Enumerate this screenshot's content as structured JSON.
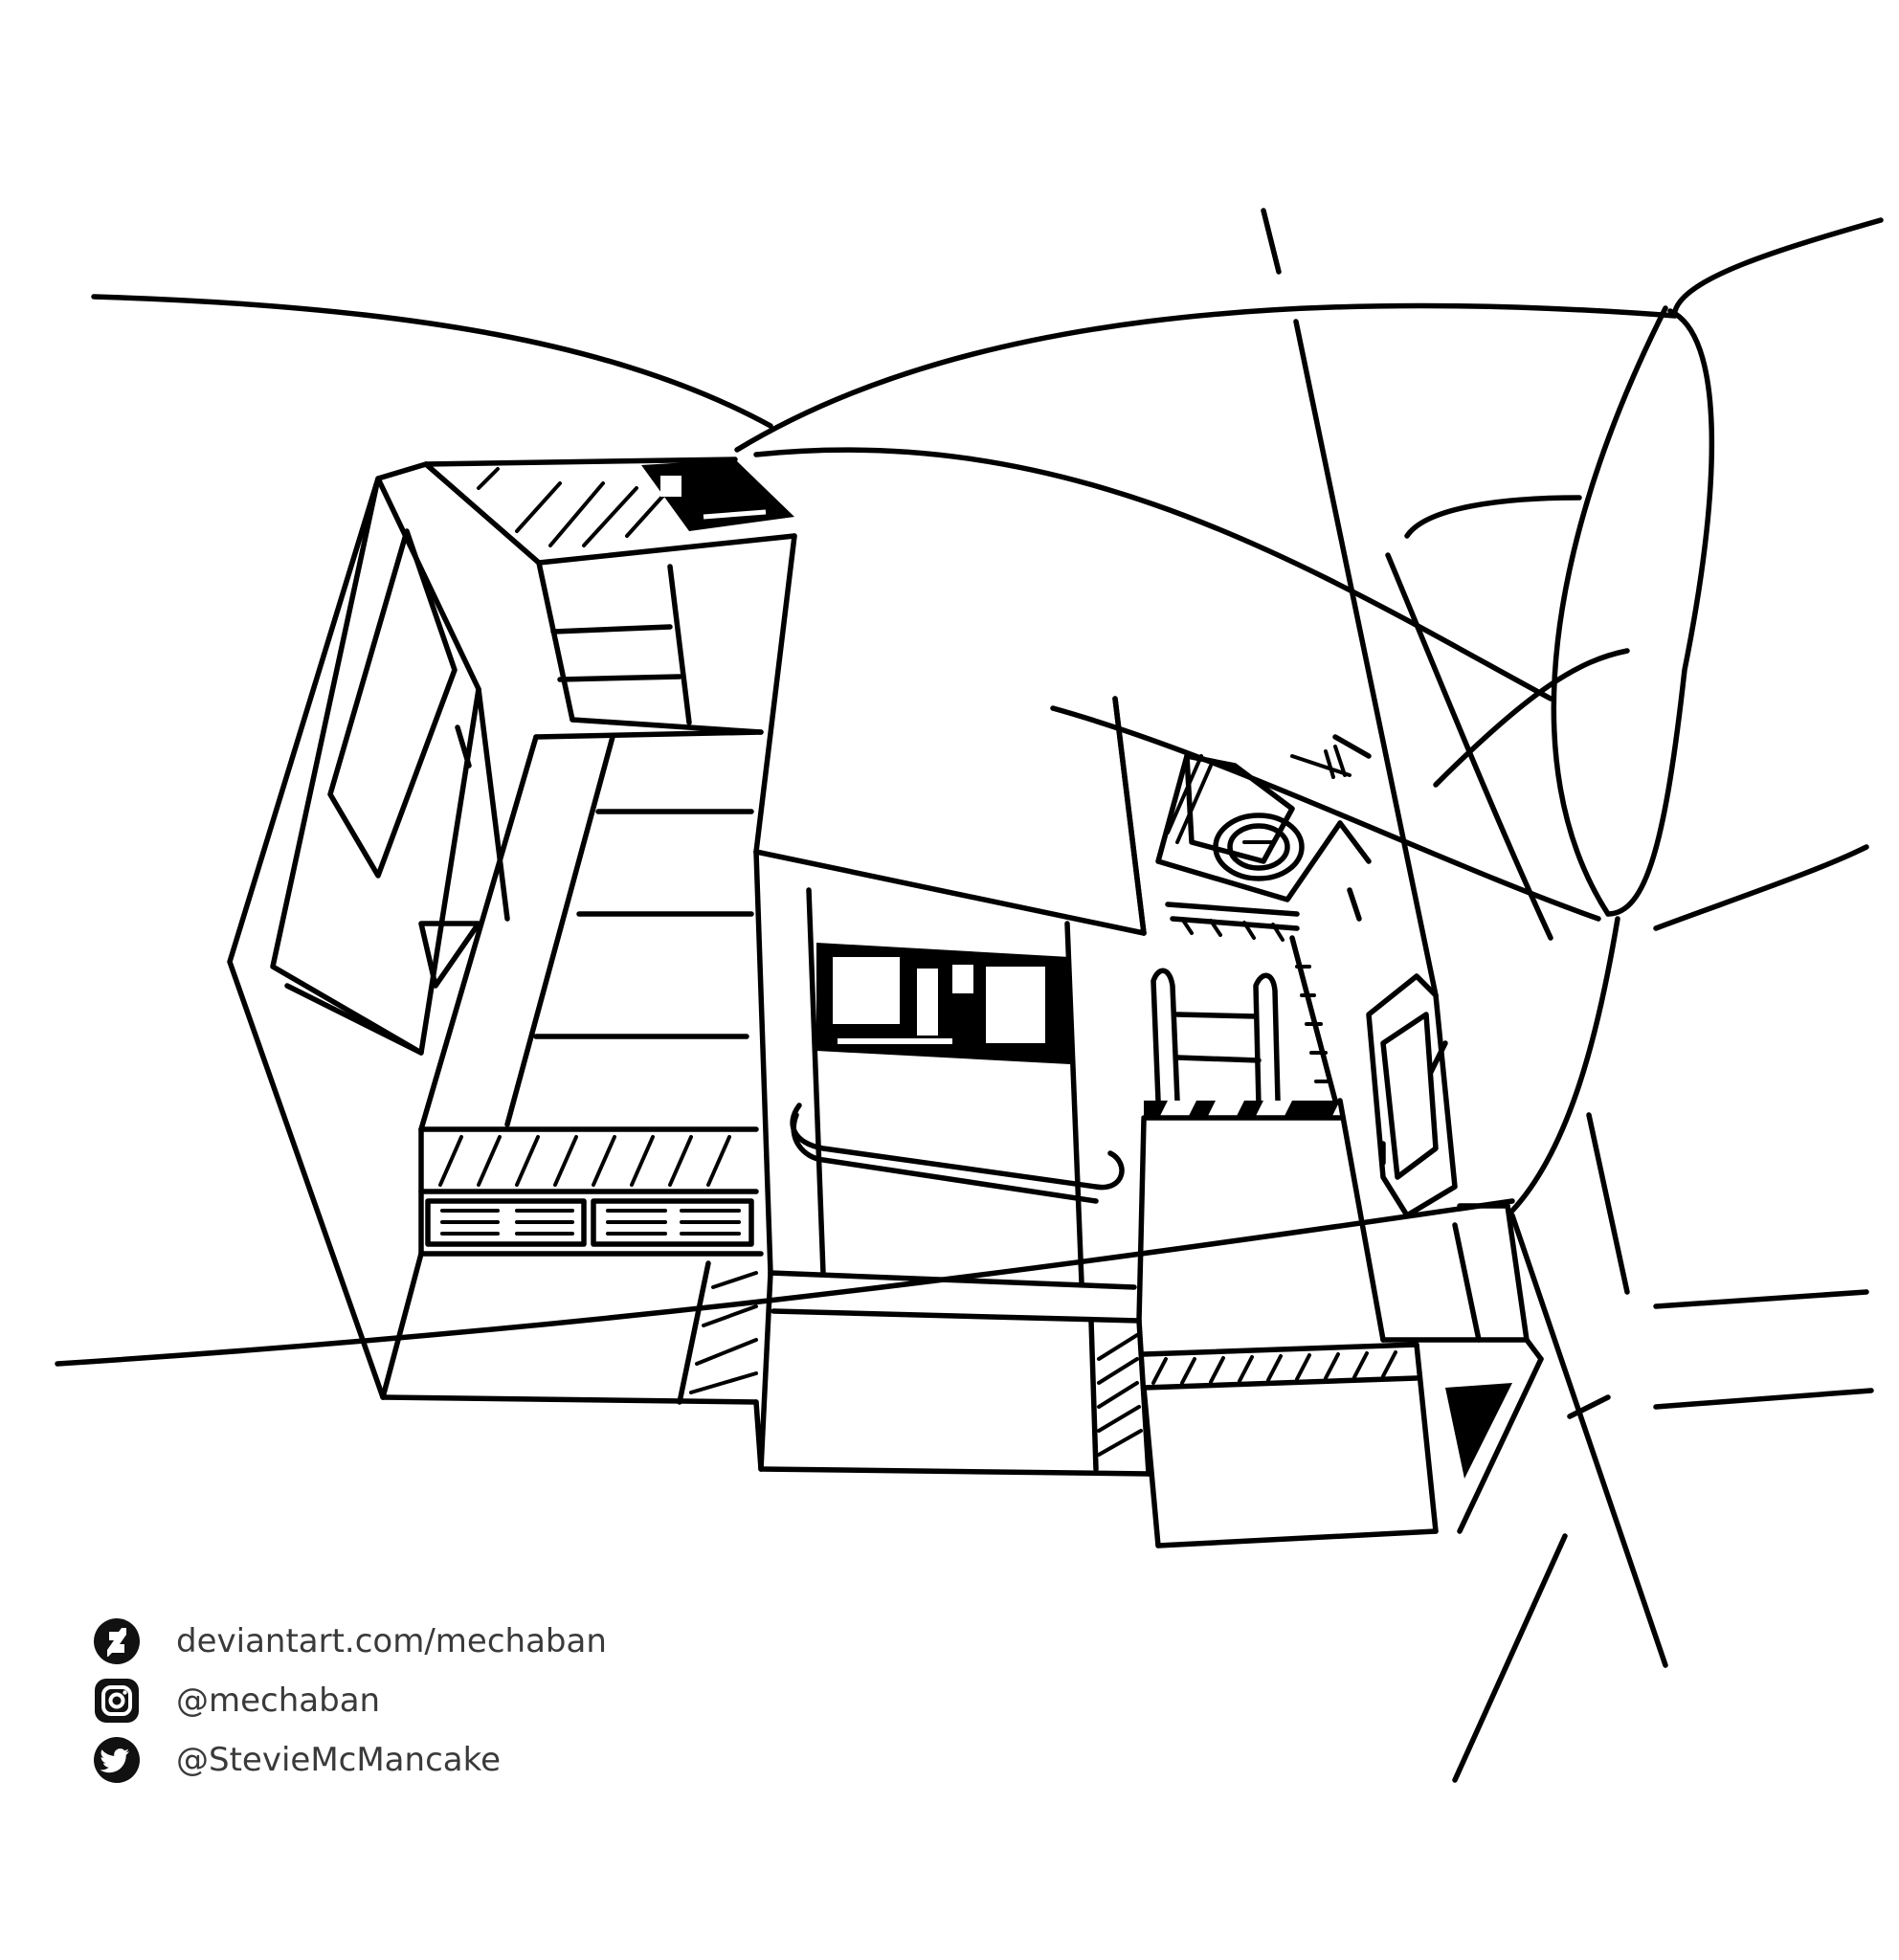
{
  "artwork": {
    "subject_icon": "spaceship-interior-line-art",
    "ink_color": "#000000",
    "background_color": "#ffffff"
  },
  "socials": [
    {
      "icon": "deviantart-icon",
      "text": "deviantart.com/mechaban"
    },
    {
      "icon": "instagram-icon",
      "text": "@mechaban"
    },
    {
      "icon": "twitter-icon",
      "text": "@StevieMcMancake"
    }
  ]
}
